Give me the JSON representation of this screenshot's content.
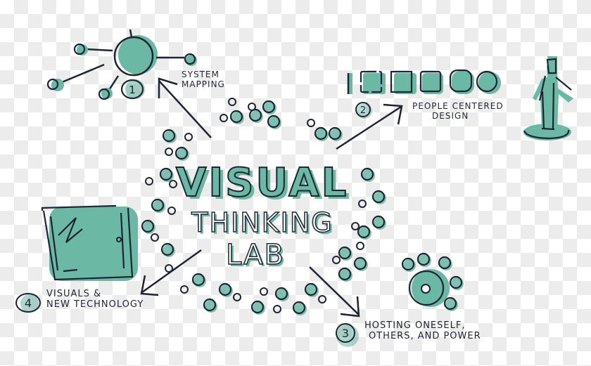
{
  "diagram": {
    "title": {
      "line1": "VISUAL",
      "line2": "THINKING",
      "line3": "LAB"
    },
    "colors": {
      "accent": "#6bb8a5",
      "ink": "#1f2433",
      "checker_light": "#ffffff",
      "checker_dark": "#ececec"
    },
    "nodes": [
      {
        "number": "1",
        "label_line1": "SYSTEM",
        "label_line2": "MAPPING",
        "icon": "network-hub-icon"
      },
      {
        "number": "2",
        "label_line1": "PEOPLE CENTERED",
        "label_line2": "DESIGN",
        "icon": "person-figure-icon"
      },
      {
        "number": "3",
        "label_line1": "HOSTING ONESELF,",
        "label_line2": "OTHERS, AND POWER",
        "icon": "circle-gathering-icon"
      },
      {
        "number": "4",
        "label_line1": "VISUALS &",
        "label_line2": "NEW TECHNOLOGY",
        "icon": "tablet-icon"
      }
    ]
  }
}
